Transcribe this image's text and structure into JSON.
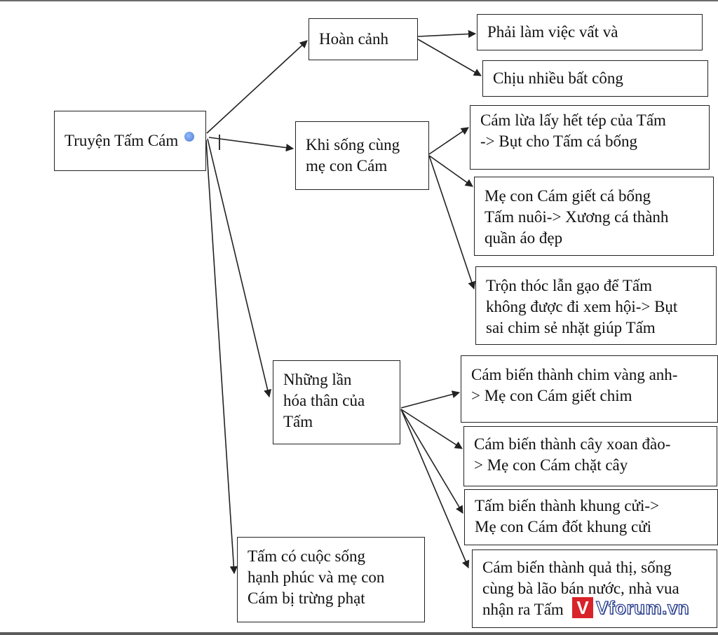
{
  "diagram": {
    "root": {
      "label": "Truyện Tấm Cám"
    },
    "branches": [
      {
        "label": "Hoàn cảnh",
        "children": [
          "Phải làm việc vất và",
          "Chịu nhiều bất công"
        ]
      },
      {
        "label": "Khi sống cùng\nmẹ con Cám",
        "children": [
          "Cám lừa lấy hết tép của Tấm\n-> Bụt cho Tấm cá bống",
          "Mẹ con Cám giết cá bống\nTấm nuôi-> Xương cá thành\nquần áo đẹp",
          "Trộn thóc lẫn gạo để Tấm\nkhông được đi xem hội-> Bụt\nsai chim sẻ nhặt giúp Tấm"
        ]
      },
      {
        "label": "Những lần\nhóa thân của\nTấm",
        "children": [
          "Cám biến thành chim vàng anh-\n> Mẹ con Cám giết chim",
          "Cám biến thành cây xoan đào-\n> Mẹ con Cám chặt cây",
          "Tấm biến thành khung cửi->\nMẹ con Cám đốt khung cửi",
          "Cám biến thành quả thị, sống\ncùng bà lão bán nước, nhà vua\nnhận ra Tấm"
        ]
      },
      {
        "label": "Tấm có cuộc sống\nhạnh phúc và mẹ con\nCám bị trừng phạt",
        "children": []
      }
    ]
  },
  "watermark": {
    "logo": "V",
    "text": "Vforum.vn"
  },
  "colors": {
    "line": "#222222",
    "watermark_red": "#d9232a",
    "watermark_blue": "#2a3f8f"
  }
}
